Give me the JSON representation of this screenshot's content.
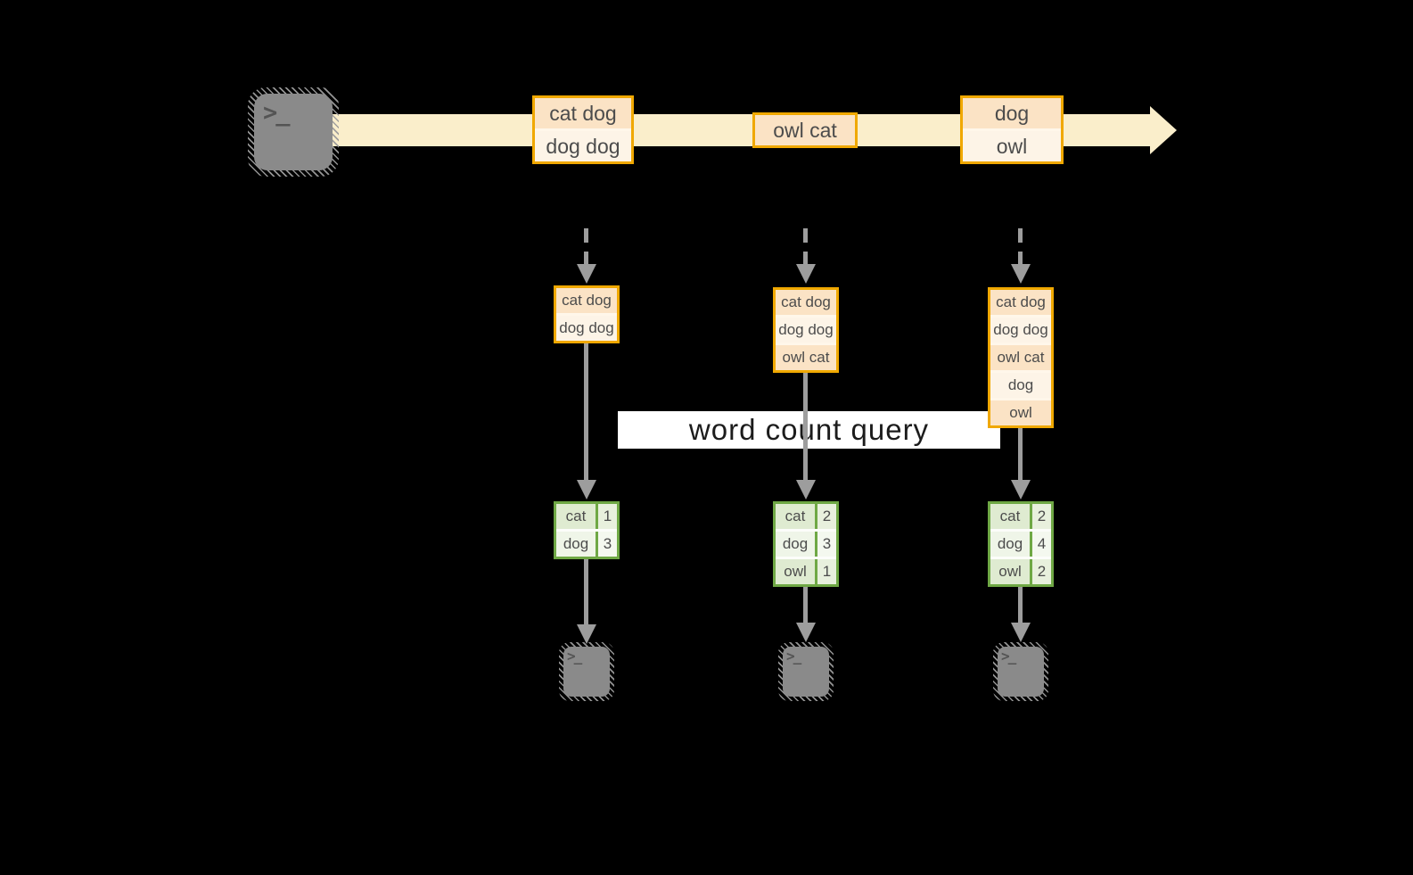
{
  "banner": {
    "label": "word count query"
  },
  "terminal": {
    "glyph": ">_"
  },
  "stream_events": [
    {
      "rows": [
        "cat dog",
        "dog dog"
      ]
    },
    {
      "rows": [
        "owl cat"
      ]
    },
    {
      "rows": [
        "dog",
        "owl"
      ]
    }
  ],
  "columns": [
    {
      "buffer": [
        "cat dog",
        "dog dog"
      ],
      "counts": [
        {
          "word": "cat",
          "count": "1"
        },
        {
          "word": "dog",
          "count": "3"
        }
      ]
    },
    {
      "buffer": [
        "cat dog",
        "dog dog",
        "owl cat"
      ],
      "counts": [
        {
          "word": "cat",
          "count": "2"
        },
        {
          "word": "dog",
          "count": "3"
        },
        {
          "word": "owl",
          "count": "1"
        }
      ]
    },
    {
      "buffer": [
        "cat dog",
        "dog dog",
        "owl cat",
        "dog",
        "owl"
      ],
      "counts": [
        {
          "word": "cat",
          "count": "2"
        },
        {
          "word": "dog",
          "count": "4"
        },
        {
          "word": "owl",
          "count": "2"
        }
      ]
    }
  ],
  "colors": {
    "background": "#000000",
    "stream_band": "#FAEECB",
    "orange_border": "#F0A800",
    "peach_fill": "#FBE3C5",
    "cream_fill": "#FDF4E7",
    "green_border": "#6FA845",
    "green_fill": "#DFEBD1",
    "green_fill_light": "#EFF5E8",
    "arrow_gray": "#9D9D9D",
    "terminal_gray": "#8A8A8A",
    "banner_bg": "#FFFFFF"
  }
}
